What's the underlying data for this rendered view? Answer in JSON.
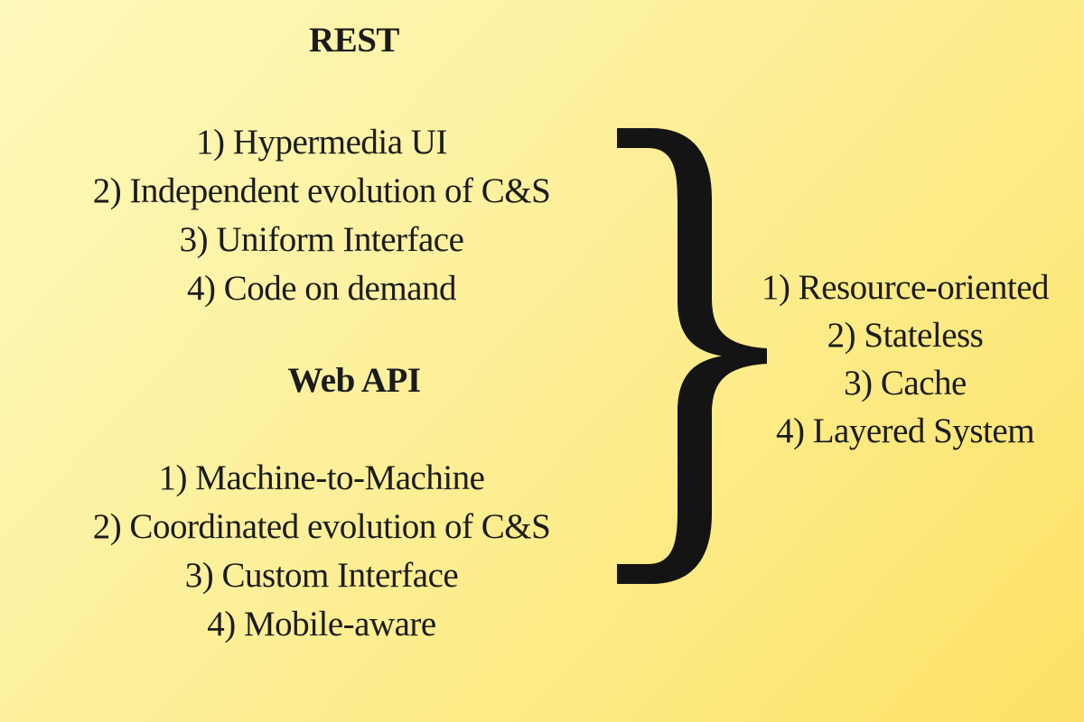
{
  "sections": {
    "rest": {
      "title": "REST",
      "items": [
        "1) Hypermedia UI",
        "2) Independent evolution of C&S",
        "3) Uniform Interface",
        "4) Code on demand"
      ]
    },
    "web_api": {
      "title": "Web API",
      "items": [
        "1) Machine-to-Machine",
        "2) Coordinated evolution of C&S",
        "3) Custom Interface",
        "4) Mobile-aware"
      ]
    },
    "shared": {
      "items": [
        "1) Resource-oriented",
        "2) Stateless",
        "3) Cache",
        "4) Layered System"
      ]
    }
  },
  "colors": {
    "background_top_left": "#fdf9bb",
    "background_bottom_right": "#fde166",
    "text": "#1b1b1b",
    "brace": "#141414"
  }
}
